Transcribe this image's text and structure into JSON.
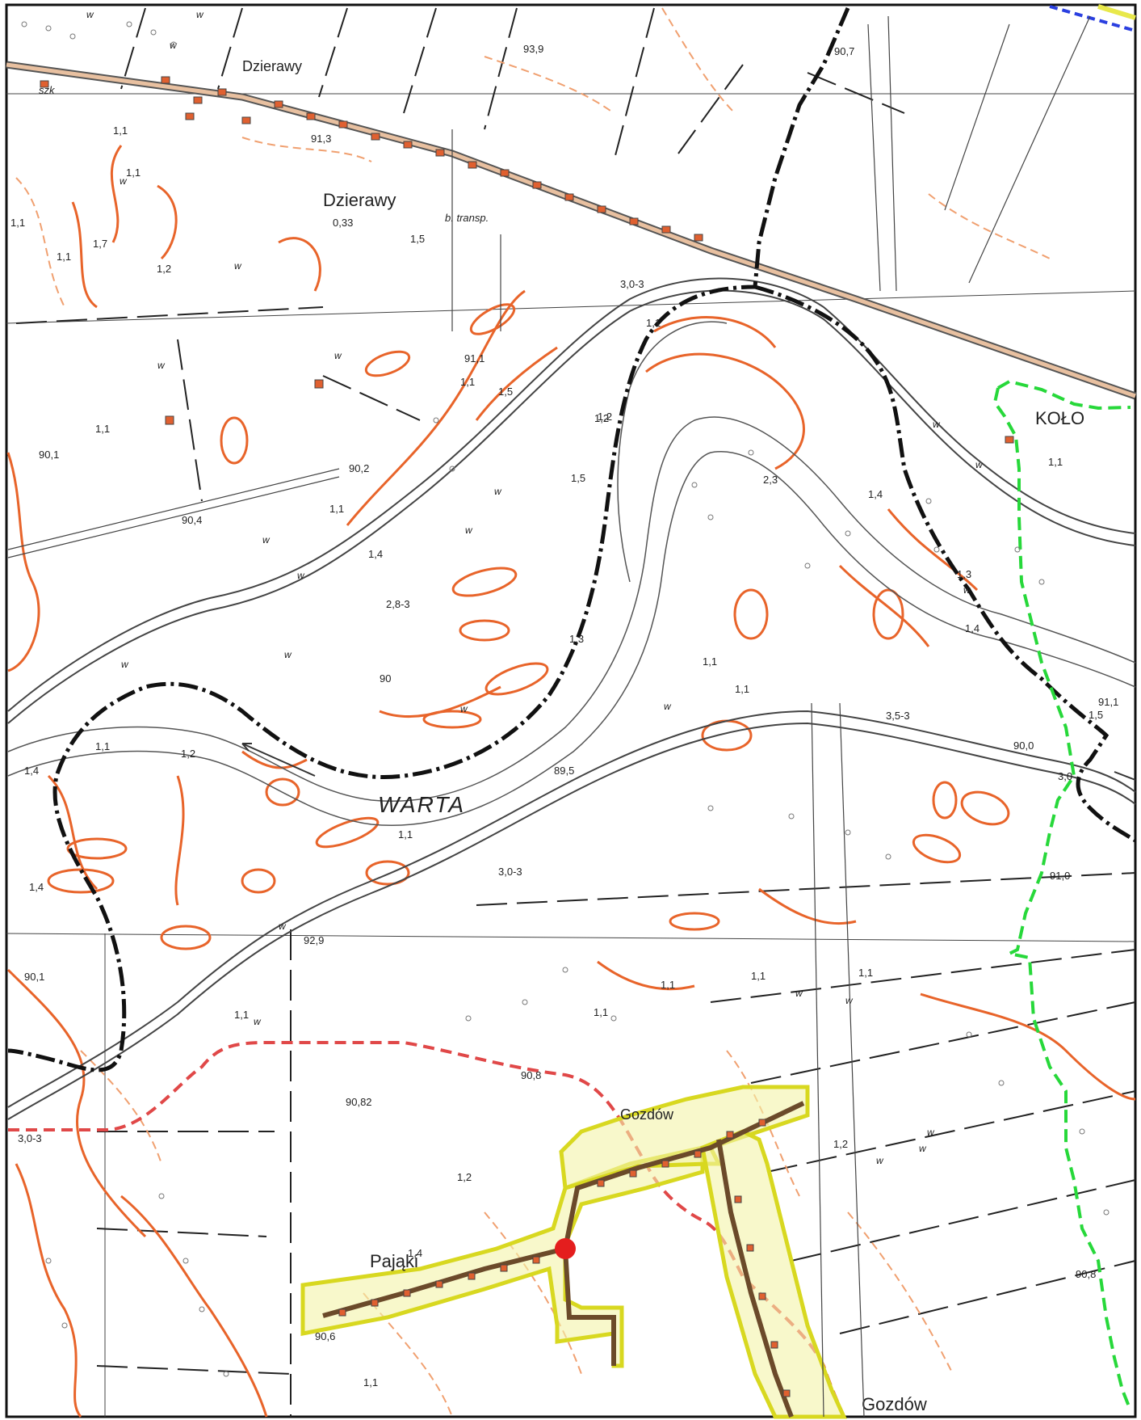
{
  "river": {
    "name": "WARTA"
  },
  "places": {
    "dzierawy_top": "Dzierawy",
    "dzierawy_mid": "Dzierawy",
    "dzierawy_mid_value": "0,33",
    "kolo": "KOŁO",
    "gozdow_top": "Gozdów",
    "gozdow_bottom": "Gozdów",
    "pajaki": "Pająki"
  },
  "annotations": {
    "b_transp": "b. transp.",
    "szk": "szk"
  },
  "heights": {
    "h1": "93,9",
    "h2": "90,7",
    "h3": "91,3",
    "h4": "91,1",
    "h5": "90,1",
    "h6": "90,2",
    "h7": "90,4",
    "h8": "91,1",
    "h9": "90,0",
    "h10": "91,0",
    "h11": "92,9",
    "h12": "90,1",
    "h13": "90,8",
    "h14": "90,82",
    "h15": "90,6",
    "h16": "90,8",
    "h17": "89,5",
    "h18": "90"
  },
  "dyke_labels": {
    "d1": "3,0-3",
    "d2": "2,8-3",
    "d3": "3,5-3",
    "d4": "3,0-3",
    "d5": "3,0-3",
    "d6": "3,0"
  },
  "small_values": {
    "v1": "1,1",
    "v2": "1,1",
    "v3": "1,7",
    "v4": "1,2",
    "v5": "1,1",
    "v6": "1,5",
    "v7": "1,1",
    "v8": "1,5",
    "v9": "1,1",
    "v10": "1,1",
    "v11": "1,2",
    "v12": "1,5",
    "v13": "1,1",
    "v14": "1,4",
    "v15": "1,3",
    "v16": "1,1",
    "v17": "1,1",
    "v18": "1,2",
    "v19": "1,4",
    "v20": "1,1",
    "v21": "1,1",
    "v22": "1,4",
    "v23": "1,1",
    "v24": "1,2",
    "v25": "2,3",
    "v26": "1,4",
    "v27": "1,3",
    "v28": "1,4",
    "v29": "1,5",
    "v30": "1,1",
    "v31": "1,2",
    "v32": "1,4",
    "v33": "1,1",
    "v34": "1,1",
    "v35": "1,1",
    "v36": "1,1",
    "v37": "1,2",
    "v38": "1,1",
    "v39": "1,1"
  },
  "wet_mark": "w",
  "colors": {
    "contour": "#e8642a",
    "contour_light": "#f0a070",
    "boundary_black": "#111111",
    "boundary_red": "#e04848",
    "boundary_green": "#27d83a",
    "zone_yellow": "#e8e84a",
    "road_brown": "#6b4a2a",
    "point_red": "#e41e1e"
  }
}
